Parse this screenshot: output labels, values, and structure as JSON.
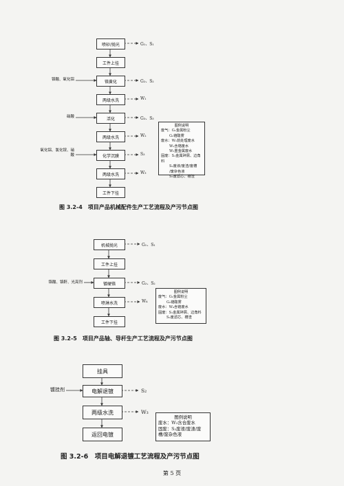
{
  "fig1": {
    "steps": [
      "喷砂/抛光",
      "工件上挂",
      "铬黄化",
      "两级水洗",
      "活化",
      "两级水洗",
      "化学沉膜",
      "两级水洗",
      "工件下挂"
    ],
    "pollutants": [
      "G₁、S₁",
      "G₂、S₂",
      "W₁",
      "G₃、S₃",
      "W₂",
      "S₃",
      "W₃"
    ],
    "inputs": [
      "铬酸、氧化铝",
      "硝酸",
      "氧化铝、氯化铵、硝酸"
    ],
    "legend": {
      "title": "图例说明",
      "lines": [
        "废气：G₁金属粉尘",
        "G₂铬酸雾",
        "废水：W₁前处理废水",
        "W₂含铬废水",
        "W₃重金属废水",
        "固废：S₁金属碎屑、边角料",
        "S₂废液/废渣/废槽",
        "/废杂色液",
        "S₃废滤芯、槽渣"
      ]
    },
    "caption": "图 3.2-4　项目产品机械配件生产工艺流程及产污节点图"
  },
  "fig2": {
    "steps": [
      "机械抛光",
      "工件上挂",
      "镀硬铬",
      "喷淋水洗",
      "工件下挂"
    ],
    "pollutants": [
      "G₁、S₁",
      "G₂、S₂",
      "W₄"
    ],
    "inputs": [
      "铬酸、铬酐、光亮剂"
    ],
    "legend": {
      "title": "图例说明",
      "lines": [
        "废气：G₁金属粉尘",
        "G₂铬酸雾",
        "废水：W₄含铬废水",
        "固废：S₁金属碎屑、边角料",
        "S₂废滤芯、槽渣"
      ]
    },
    "caption": "图 3.2-5　项目产品轴、导杆生产工艺流程及产污节点图"
  },
  "fig3": {
    "steps": [
      "挂具",
      "电解退镀",
      "两级水洗",
      "返回电镀"
    ],
    "pollutants": [
      "S₂",
      "W₃"
    ],
    "inputs": [
      "镀挂剂"
    ],
    "legend": {
      "title": "图例说明",
      "lines": [
        "废水：W₃含合废水",
        "固废：S₂废液/废渣/废",
        "槽/废杂色液"
      ]
    },
    "caption": "图 3.2-6　项目电解退镀工艺流程及产污节点图"
  },
  "page_number": "第 5 页"
}
